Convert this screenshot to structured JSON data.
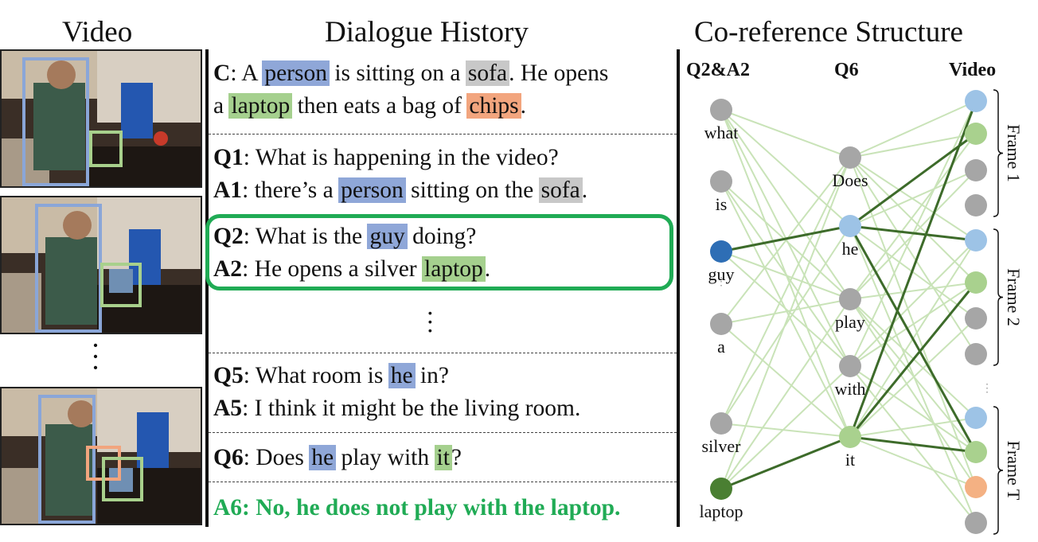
{
  "headers": {
    "video": "Video",
    "dialogue": "Dialogue History",
    "coref": "Co-reference Structure"
  },
  "video_frames": [
    {
      "boxes": [
        "person",
        "laptop"
      ]
    },
    {
      "boxes": [
        "person",
        "laptop"
      ]
    },
    {
      "boxes": [
        "person",
        "chips",
        "laptop"
      ]
    }
  ],
  "dialogue": {
    "caption": {
      "speaker": "C",
      "line1": [
        ":",
        " A ",
        {
          "t": "person",
          "c": "blue"
        },
        " is sitting on a ",
        {
          "t": "sofa",
          "c": "gray"
        },
        ". He opens"
      ],
      "line2": [
        "a ",
        {
          "t": "laptop",
          "c": "green"
        },
        " then eats a bag of ",
        {
          "t": "chips",
          "c": "orange"
        },
        "."
      ]
    },
    "turns": [
      {
        "q_label": "Q1",
        "q": [
          ": What is happening in the video?"
        ],
        "a_label": "A1",
        "a": [
          ": there’s a ",
          {
            "t": "person",
            "c": "blue"
          },
          " sitting on the ",
          {
            "t": "sofa",
            "c": "gray"
          },
          "."
        ]
      },
      {
        "q_label": "Q2",
        "q": [
          ": What is the ",
          {
            "t": "guy",
            "c": "blue"
          },
          " doing?"
        ],
        "a_label": "A2",
        "a": [
          ": He opens a silver ",
          {
            "t": "laptop",
            "c": "green"
          },
          "."
        ]
      },
      {
        "q_label": "Q5",
        "q": [
          ": What room is ",
          {
            "t": "he",
            "c": "blue"
          },
          " in?"
        ],
        "a_label": "A5",
        "a": [
          ": I think it might be the living room."
        ]
      },
      {
        "q_label": "Q6",
        "q": [
          ": Does ",
          {
            "t": "he",
            "c": "blue"
          },
          " play with ",
          {
            "t": "it",
            "c": "green"
          },
          "?"
        ]
      }
    ],
    "answer": "A6: No, he does not play with the laptop.",
    "ellipsis": "⋮"
  },
  "graph": {
    "col_headers": {
      "left": "Q2&A2",
      "middle": "Q6",
      "right": "Video"
    },
    "left_nodes": [
      {
        "label": "what",
        "color": "gray"
      },
      {
        "label": "is",
        "color": "gray"
      },
      {
        "label": "guy",
        "color": "darkblue"
      },
      {
        "label": "a",
        "color": "gray"
      },
      {
        "label": "silver",
        "color": "gray"
      },
      {
        "label": "laptop",
        "color": "darkgreen"
      }
    ],
    "middle_nodes": [
      {
        "label": "Does",
        "color": "gray"
      },
      {
        "label": "he",
        "color": "lightblue"
      },
      {
        "label": "play",
        "color": "gray"
      },
      {
        "label": "with",
        "color": "gray"
      },
      {
        "label": "it",
        "color": "lightgreen"
      }
    ],
    "frames": [
      {
        "label": "Frame 1",
        "nodes": [
          "lightblue",
          "lightgreen",
          "gray",
          "gray"
        ]
      },
      {
        "label": "Frame 2",
        "nodes": [
          "lightblue",
          "lightgreen",
          "gray",
          "gray"
        ]
      },
      {
        "label": "Frame T",
        "nodes": [
          "lightblue",
          "lightgreen",
          "orange",
          "gray"
        ]
      }
    ],
    "colors": {
      "gray": "#a6a6a6",
      "darkblue": "#2e6eb5",
      "darkgreen": "#4a7f32",
      "lightblue": "#9dc3e6",
      "lightgreen": "#a9d18e",
      "orange": "#f4b183",
      "strong_edge": "#3d6b2a",
      "faint_edge": "#c9e3b8"
    }
  }
}
